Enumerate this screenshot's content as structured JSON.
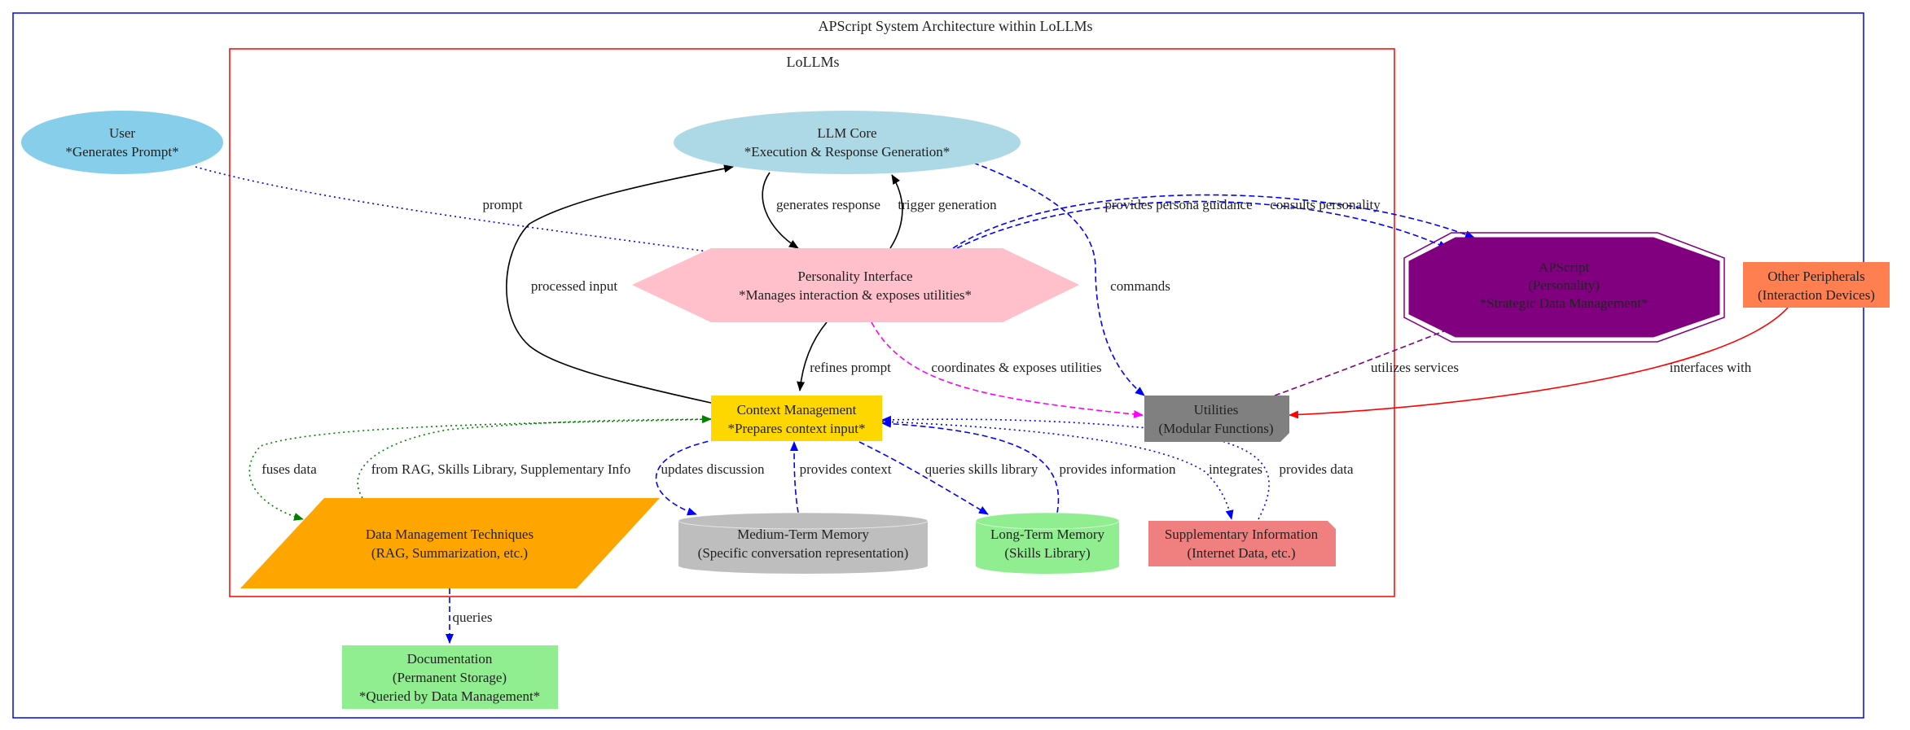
{
  "diagram": {
    "title": "APScript System Architecture within LoLLMs",
    "cluster_label": "LoLLMs",
    "nodes": {
      "user": {
        "lines": [
          "User",
          "*Generates Prompt*"
        ],
        "color": "#87ceeb"
      },
      "llm_core": {
        "lines": [
          "LLM Core",
          "*Execution & Response Generation*"
        ],
        "color": "#add8e6"
      },
      "personality_interface": {
        "lines": [
          "Personality Interface",
          "*Manages interaction & exposes utilities*"
        ],
        "color": "#ffc0cb"
      },
      "apscript": {
        "lines": [
          "APScript",
          "(Personality)",
          "*Strategic Data Management*"
        ],
        "color": "#800080"
      },
      "other_peripherals": {
        "lines": [
          "Other Peripherals",
          "(Interaction Devices)"
        ],
        "color": "#ff7f50"
      },
      "context_management": {
        "lines": [
          "Context Management",
          "*Prepares context input*"
        ],
        "color": "#ffd700"
      },
      "utilities": {
        "lines": [
          "Utilities",
          "(Modular Functions)"
        ],
        "color": "#808080"
      },
      "data_management": {
        "lines": [
          "Data Management Techniques",
          "(RAG, Summarization, etc.)"
        ],
        "color": "#ffa500"
      },
      "medium_term_memory": {
        "lines": [
          "Medium-Term Memory",
          "(Specific conversation representation)"
        ],
        "color": "#bebebe"
      },
      "long_term_memory": {
        "lines": [
          "Long-Term Memory",
          "(Skills Library)"
        ],
        "color": "#90ee90"
      },
      "supplementary_information": {
        "lines": [
          "Supplementary Information",
          "(Internet Data, etc.)"
        ],
        "color": "#f08080"
      },
      "documentation": {
        "lines": [
          "Documentation",
          "(Permanent Storage)",
          "*Queried by Data Management*"
        ],
        "color": "#90ee90"
      }
    },
    "edges": {
      "prompt": "prompt",
      "generates_response": "generates response",
      "trigger_generation": "trigger generation",
      "processed_input": "processed input",
      "provides_persona_guidance": "provides persona guidance",
      "consults_personality": "consults personality",
      "commands": "commands",
      "refines_prompt": "refines prompt",
      "coordinates": "coordinates & exposes utilities",
      "utilizes_services": "utilizes services",
      "interfaces_with": "interfaces with",
      "fuses_data": "fuses data",
      "from_rag": "from RAG, Skills Library, Supplementary Info",
      "updates_discussion": "updates discussion",
      "provides_context": "provides context",
      "queries_skills_library": "queries skills library",
      "provides_information": "provides information",
      "integrates": "integrates",
      "provides_data": "provides data",
      "queries": "queries"
    },
    "colors": {
      "outer_border": "#0000ff",
      "cluster_border": "#ff0000",
      "edge_black": "#000000",
      "edge_blue": "#0000ff",
      "edge_green": "#008000",
      "edge_magenta": "#ff00ff",
      "edge_purple": "#800080",
      "edge_red": "#ff0000"
    }
  }
}
